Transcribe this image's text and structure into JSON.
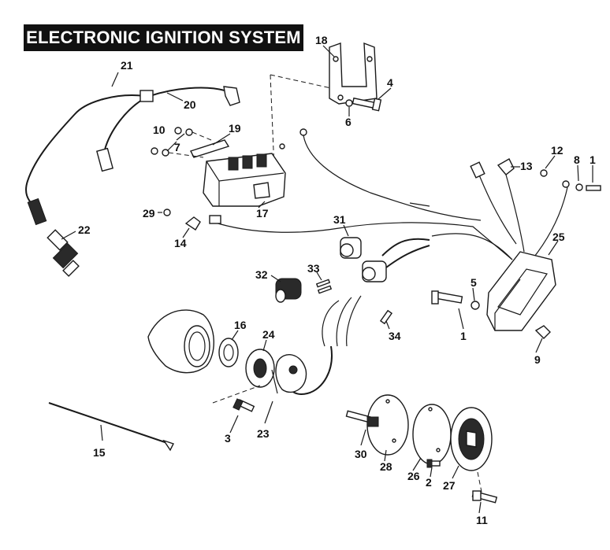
{
  "title": "ELECTRONIC IGNITION SYSTEM",
  "callouts": {
    "c1a": "1",
    "c1b": "1",
    "c2": "2",
    "c3": "3",
    "c4": "4",
    "c5": "5",
    "c6": "6",
    "c7": "7",
    "c8": "8",
    "c9": "9",
    "c10": "10",
    "c11": "11",
    "c12": "12",
    "c13": "13",
    "c14": "14",
    "c15": "15",
    "c16": "16",
    "c17": "17",
    "c18": "18",
    "c19": "19",
    "c20": "20",
    "c21": "21",
    "c22": "22",
    "c23": "23",
    "c24": "24",
    "c25": "25",
    "c26": "26",
    "c27": "27",
    "c28": "28",
    "c29": "29",
    "c30": "30",
    "c31": "31",
    "c32": "32",
    "c33": "33",
    "c34": "34"
  },
  "colors": {
    "ink": "#1a1a1a",
    "title_bg": "#111111",
    "title_fg": "#ffffff",
    "paper": "#ffffff"
  }
}
